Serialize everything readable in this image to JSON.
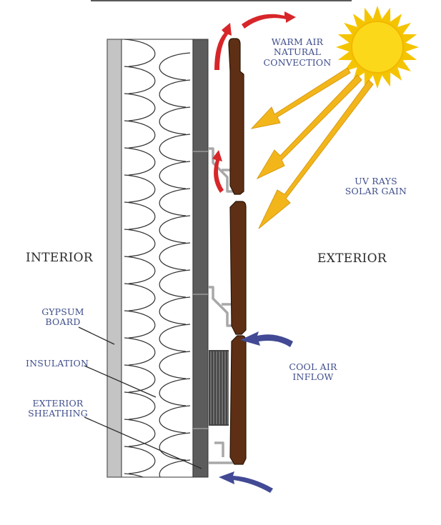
{
  "labels": {
    "interior": "INTERIOR",
    "exterior": "EXTERIOR",
    "warm_air": [
      "WARM AIR",
      "NATURAL",
      "CONVECTION"
    ],
    "uv_rays": [
      "UV RAYS",
      "SOLAR GAIN"
    ],
    "cool_air": [
      "COOL AIR",
      "INFLOW"
    ],
    "gypsum_board": [
      "GYPSUM",
      "BOARD"
    ],
    "insulation": [
      "INSULATION"
    ],
    "exterior_sheathing": [
      "EXTERIOR",
      "SHEATHING"
    ]
  },
  "colors": {
    "gypsum": "#c4c4c4",
    "sheathing": "#5c5c5c",
    "siding": "#5e2f14",
    "sun": "#f5c400",
    "sun_ray": "#f2b61b",
    "warm_arrow": "#d7262a",
    "cool_arrow": "#424a95",
    "label_text": "#3f4e8c"
  },
  "icons": {
    "sun": "sun-icon",
    "warm_arrow": "warm-air-arrow-icon",
    "cool_arrow": "cool-air-arrow-icon",
    "uv_arrow": "uv-ray-arrow-icon"
  }
}
